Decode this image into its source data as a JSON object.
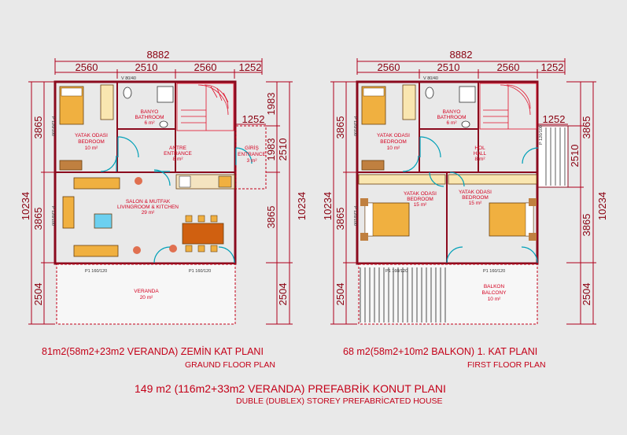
{
  "overall": {
    "main_title": "149 m2 (116m2+33m2 VERANDA) PREFABRİK KONUT PLANI",
    "sub_title": "DUBLE (DUBLEX) STOREY PREFABRİCATED HOUSE"
  },
  "ground": {
    "caption_tr": "81m2(58m2+23m2 VERANDA) ZEMİN KAT PLANI",
    "caption_en": "GRAUND FLOOR PLAN",
    "dims": {
      "total_width": "8882",
      "top": [
        "2560",
        "2510",
        "2560",
        "1252"
      ],
      "left_total": "10234",
      "left_parts": [
        "3865",
        "3865",
        "2504"
      ],
      "right_total": "10234",
      "right_parts": [
        "1983",
        "2510",
        "1983",
        "3865",
        "2504"
      ],
      "right_mid": "1252"
    },
    "windows": {
      "v1": "V 80/40",
      "p1": "P 120/100",
      "p2": "P 120/100",
      "d1": "P1 160/120",
      "d2": "P1 160/120"
    },
    "rooms": {
      "bedroom": [
        "YATAK ODASI",
        "BEDROOM",
        "10 m²"
      ],
      "bath": [
        "BANYO",
        "BATHROOM",
        "6 m²"
      ],
      "hall": [
        "ANTRE",
        "ENTRANCE",
        "8 m²"
      ],
      "entry": [
        "GİRİŞ",
        "ENTRANCE",
        "3 m²"
      ],
      "living": [
        "SALON & MUTFAK",
        "LIVINGROOM & KITCHEN",
        "29 m²"
      ],
      "veranda": [
        "VERANDA",
        "20 m²"
      ]
    }
  },
  "first": {
    "caption_tr": "68 m2(58m2+10m2 BALKON) 1. KAT PLANI",
    "caption_en": "FIRST FLOOR PLAN",
    "dims": {
      "total_width": "8882",
      "top": [
        "2560",
        "2510",
        "2560",
        "1252"
      ],
      "left_total": "10234",
      "left_parts": [
        "3865",
        "3865",
        "2504"
      ],
      "right_total": "10234",
      "right_parts": [
        "3865",
        "2510",
        "3865",
        "2504"
      ],
      "right_mid": "1252"
    },
    "windows": {
      "v1": "V 80/40",
      "p1": "P 120/100",
      "p2": "P 120/100",
      "p3": "P 120/100",
      "d1": "P1 160/120",
      "d2": "P1 160/120"
    },
    "rooms": {
      "bedroom": [
        "YATAK ODASI",
        "BEDROOM",
        "10 m²"
      ],
      "bath": [
        "BANYO",
        "BATHROOM",
        "6 m²"
      ],
      "hall": [
        "HOL",
        "HALL",
        "8 m²"
      ],
      "bed2": [
        "YATAK ODASI",
        "BEDROOM",
        "15 m²"
      ],
      "bed3": [
        "YATAK ODASI",
        "BEDROOM",
        "15 m²"
      ],
      "balcony": [
        "BALKON",
        "BALCONY",
        "10 m²"
      ]
    }
  },
  "colors": {
    "wall": "#8b0a1e",
    "text_red": "#c40018",
    "door": "#00a0b8",
    "furniture": "#f0b040"
  }
}
